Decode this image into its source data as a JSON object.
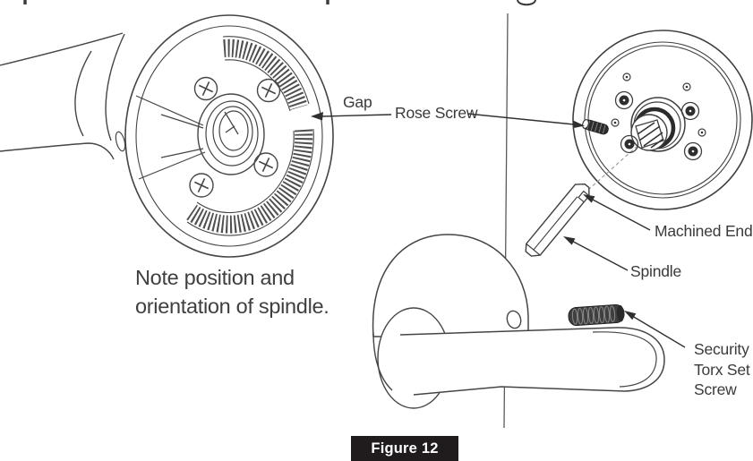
{
  "figure": {
    "caption": "Figure 12",
    "note_lines": [
      "Note position and",
      "orientation of spindle."
    ],
    "labels": {
      "gap": "Gap",
      "rose_screw": "Rose Screw",
      "machined_end": "Machined End",
      "spindle": "Spindle",
      "security_torx": [
        "Security",
        "Torx Set",
        "Screw"
      ]
    },
    "colors": {
      "background": "#ffffff",
      "line_art": "#454545",
      "label_text": "#3a3a3a",
      "caption_bg": "#201c1d",
      "caption_text": "#ffffff"
    },
    "parts_depicted": [
      "lever-rose-back-view",
      "rose-inside-view",
      "rose-screw",
      "spindle-with-machined-end",
      "security-torx-set-screw",
      "lever-side-view",
      "door-edge"
    ]
  }
}
